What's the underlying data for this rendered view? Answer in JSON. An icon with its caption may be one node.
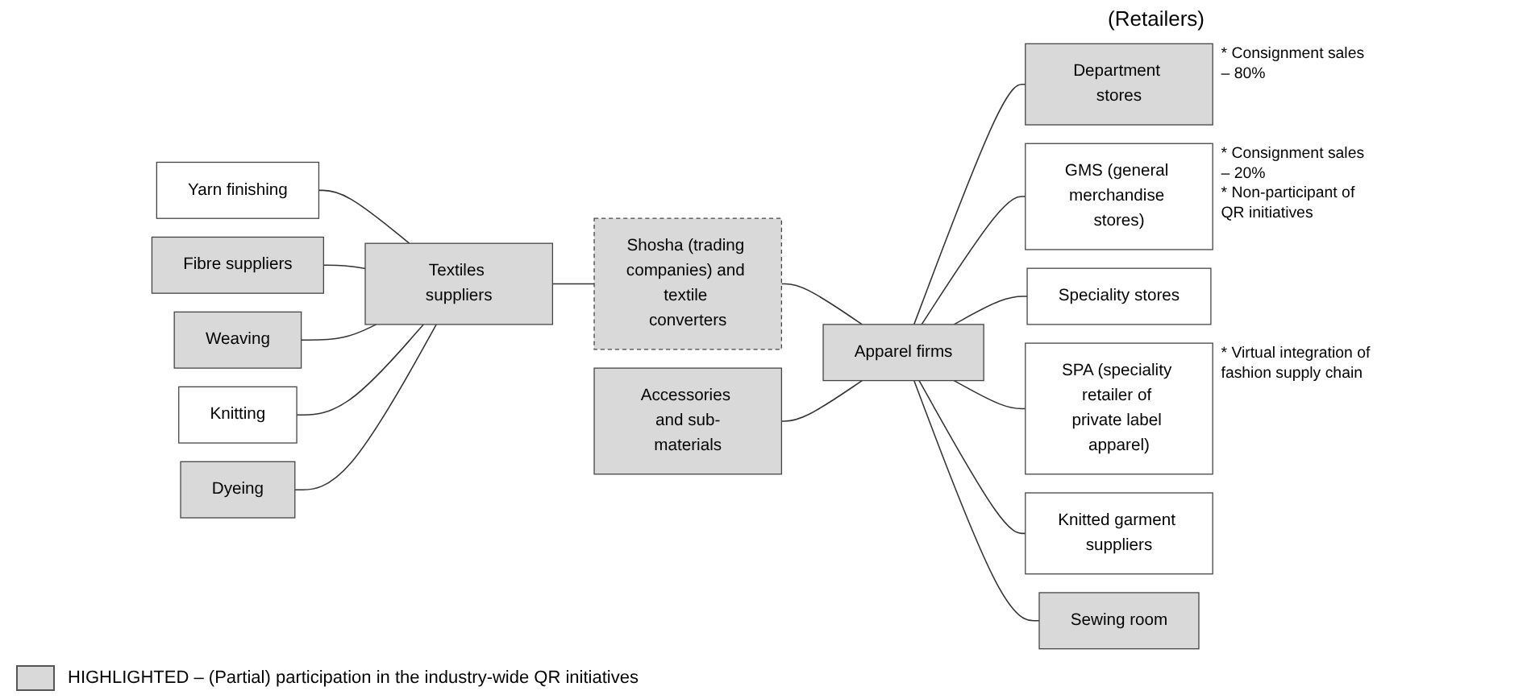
{
  "diagram": {
    "nodes": [
      {
        "text": [
          "Yarn finishing"
        ]
      },
      {
        "text": [
          "Fibre suppliers"
        ]
      },
      {
        "text": [
          "Weaving"
        ]
      },
      {
        "text": [
          "Textiles suppliers"
        ]
      },
      {
        "text": [
          "Knitting"
        ]
      },
      {
        "text": [
          "Dyeing"
        ]
      },
      {
        "text": [
          "Shosha (trading companies) and textile converters"
        ]
      },
      {
        "text": [
          "Accessories and sub-materials"
        ]
      },
      {
        "text": [
          "Apparel firms"
        ]
      },
      {
        "text": [
          "Department stores"
        ],
        "beside": [
          "* Consignment sales – 80%"
        ]
      },
      {
        "text": [
          "GMS (general merchandise stores)"
        ],
        "beside": [
          "* Consignment sales – 20%",
          "* Non-participant of QR initiatives"
        ]
      },
      {
        "text": [
          "Speciality stores"
        ]
      },
      {
        "text": [
          "SPA (speciality retailer of private label apparel)"
        ],
        "beside": [
          "* Virtual integration of fashion supply chain"
        ]
      },
      {
        "text": [
          "Knitted garment suppliers"
        ]
      },
      {
        "text": [
          "Sewing room"
        ]
      }
    ],
    "edges": [
      {
        "from": 0,
        "to": 3,
        "arrow": "none"
      },
      {
        "from": 1,
        "to": 3,
        "arrow": "none"
      },
      {
        "from": 2,
        "to": 3,
        "arrow": "none"
      },
      {
        "from": 4,
        "to": 3,
        "arrow": "none"
      },
      {
        "from": 5,
        "to": 3,
        "arrow": "none"
      },
      {
        "from": 3,
        "to": 6,
        "arrow": "none"
      },
      {
        "from": 6,
        "to": 8,
        "arrow": "none"
      },
      {
        "from": 7,
        "to": 8,
        "arrow": "none"
      },
      {
        "from": 8,
        "to": 9,
        "arrow": "none"
      },
      {
        "from": 8,
        "to": 10,
        "arrow": "none"
      },
      {
        "from": 8,
        "to": 11,
        "arrow": "none"
      },
      {
        "from": 8,
        "to": 12,
        "arrow": "none"
      },
      {
        "from": 8,
        "to": 13,
        "arrow": "none"
      },
      {
        "from": 8,
        "to": 14,
        "arrow": "none"
      }
    ],
    "labels": [
      "(Retailers)"
    ],
    "legend": [
      {
        "text": "HIGHLIGHTED – (Partial) participation in the industry-wide QR initiatives",
        "color": "#d9d9d9"
      }
    ]
  }
}
